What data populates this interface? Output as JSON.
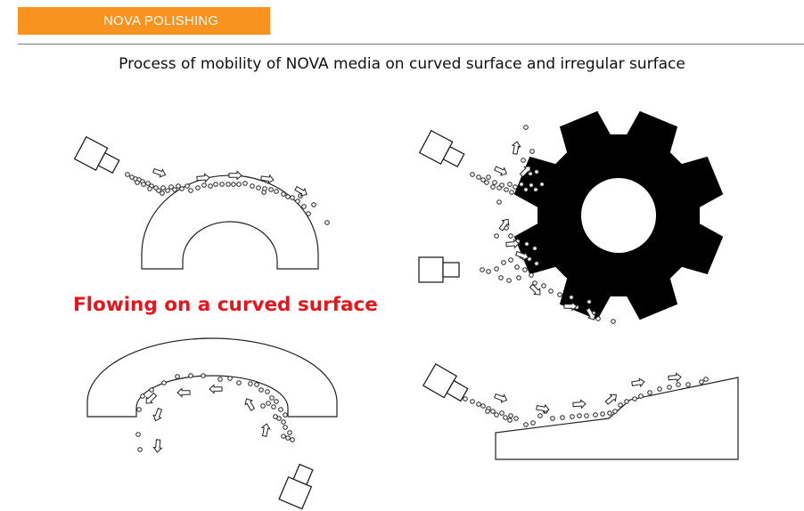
{
  "header": {
    "brand_label": "NOVA POLISHING",
    "brand_color": "#f7931e",
    "title": "Process of mobility of NOVA media on curved surface and irregular surface"
  },
  "caption": {
    "text": "Flowing on a curved surface",
    "color": "#e8141b"
  },
  "colors": {
    "stroke": "#222222",
    "gear_fill": "#000000",
    "background": "#ffffff"
  },
  "icons": {
    "nozzle": "blast-nozzle-icon",
    "media": "media-particle-icon",
    "flow": "flow-arrow-icon",
    "gear": "gear-icon"
  }
}
